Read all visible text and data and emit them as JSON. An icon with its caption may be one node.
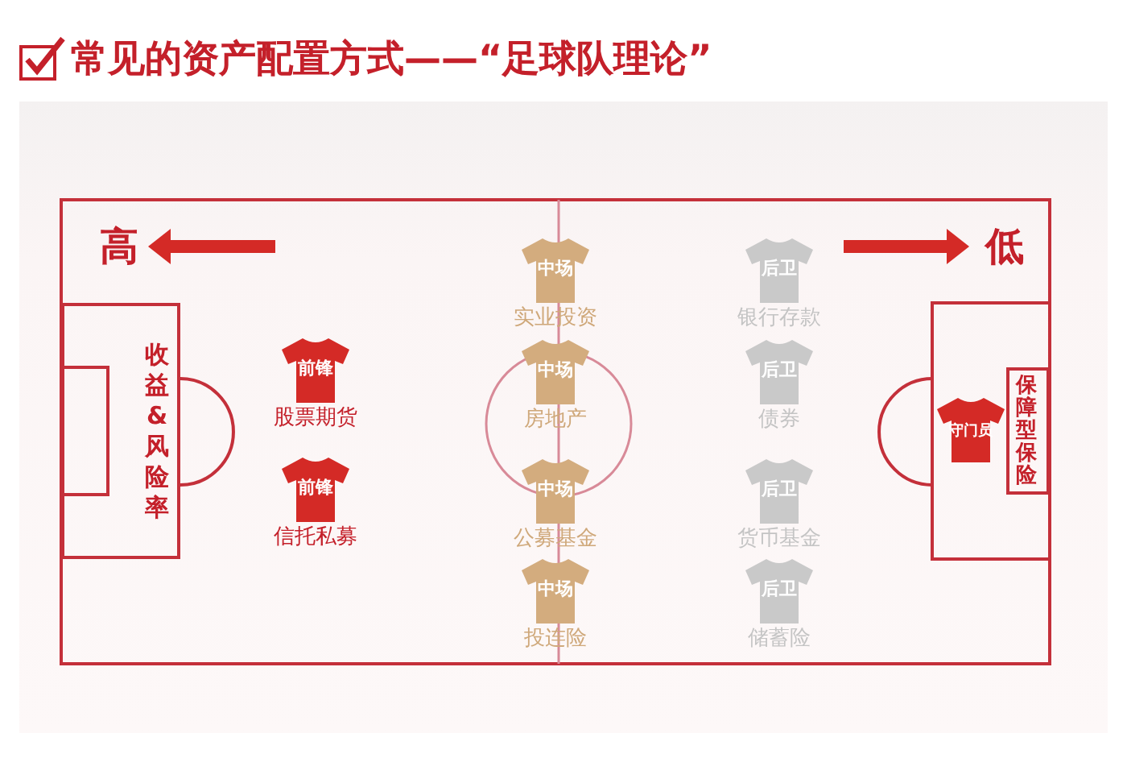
{
  "diagram": {
    "title": "常见的资产配置方式——“足球队理论”",
    "nodes": [
      {
        "text": [
          "收益&风险率"
        ]
      },
      {
        "text": [
          "前锋"
        ],
        "beside": [
          "股票期货"
        ]
      },
      {
        "text": [
          "前锋"
        ],
        "beside": [
          "信托私募"
        ]
      },
      {
        "text": [
          "中场"
        ],
        "beside": [
          "实业投资"
        ]
      },
      {
        "text": [
          "中场"
        ],
        "beside": [
          "房地产"
        ]
      },
      {
        "text": [
          "中场"
        ],
        "beside": [
          "公募基金"
        ]
      },
      {
        "text": [
          "中场"
        ],
        "beside": [
          "投连险"
        ]
      },
      {
        "text": [
          "后卫"
        ],
        "beside": [
          "银行存款"
        ]
      },
      {
        "text": [
          "后卫"
        ],
        "beside": [
          "债券"
        ]
      },
      {
        "text": [
          "后卫"
        ],
        "beside": [
          "货币基金"
        ]
      },
      {
        "text": [
          "后卫"
        ],
        "beside": [
          "储蓄险"
        ]
      },
      {
        "text": [
          "守门员"
        ]
      },
      {
        "text": [
          "保障型保险"
        ]
      }
    ],
    "labels": [
      "高",
      "低"
    ]
  }
}
